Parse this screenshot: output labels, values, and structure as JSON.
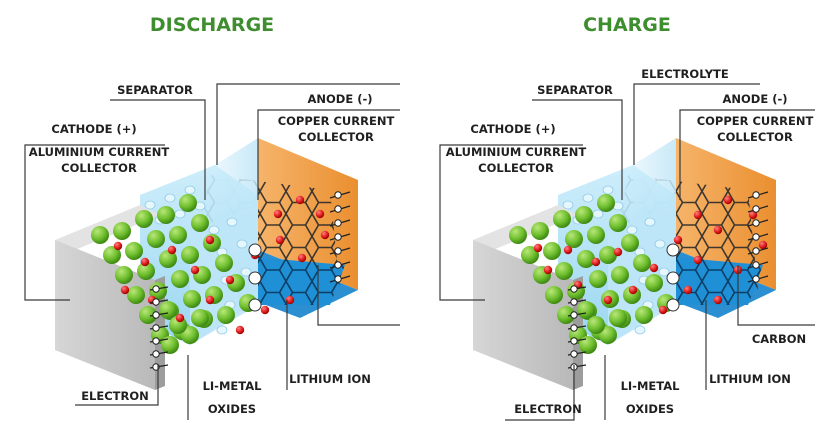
{
  "panels": [
    {
      "title": "DISCHARGE",
      "labels": {
        "separator": "SEPARATOR",
        "anode": "ANODE (-)",
        "copper_1": "COPPER CURRENT",
        "copper_2": "COLLECTOR",
        "cathode": "CATHODE (+)",
        "aluminium_1": "ALUMINIUM CURRENT",
        "aluminium_2": "COLLECTOR",
        "electron": "ELECTRON",
        "li_metal_1": "LI-METAL",
        "li_metal_2": "OXIDES",
        "lithium_ion": "LITHIUM ION"
      }
    },
    {
      "title": "CHARGE",
      "labels": {
        "separator": "SEPARATOR",
        "electrolyte": "ELECTROLYTE",
        "anode": "ANODE (-)",
        "copper_1": "COPPER CURRENT",
        "copper_2": "COLLECTOR",
        "cathode": "CATHODE (+)",
        "aluminium_1": "ALUMINIUM CURRENT",
        "aluminium_2": "COLLECTOR",
        "carbon": "CARBON",
        "lithium_ion": "LITHIUM ION",
        "electron": "ELECTRON",
        "li_metal_1": "LI-METAL",
        "li_metal_2": "OXIDES"
      }
    }
  ],
  "colors": {
    "title_green": "#3e8e2f",
    "cathode_grey": "#c9c9c9",
    "oxide_green": "#6fbf2e",
    "ion_red": "#e02020",
    "separator_blue": "#a7dcf2",
    "electrolyte_blue": "#d5eefa",
    "anode_orange": "#f0a04a",
    "carbon_blue": "#1f8fd6"
  }
}
